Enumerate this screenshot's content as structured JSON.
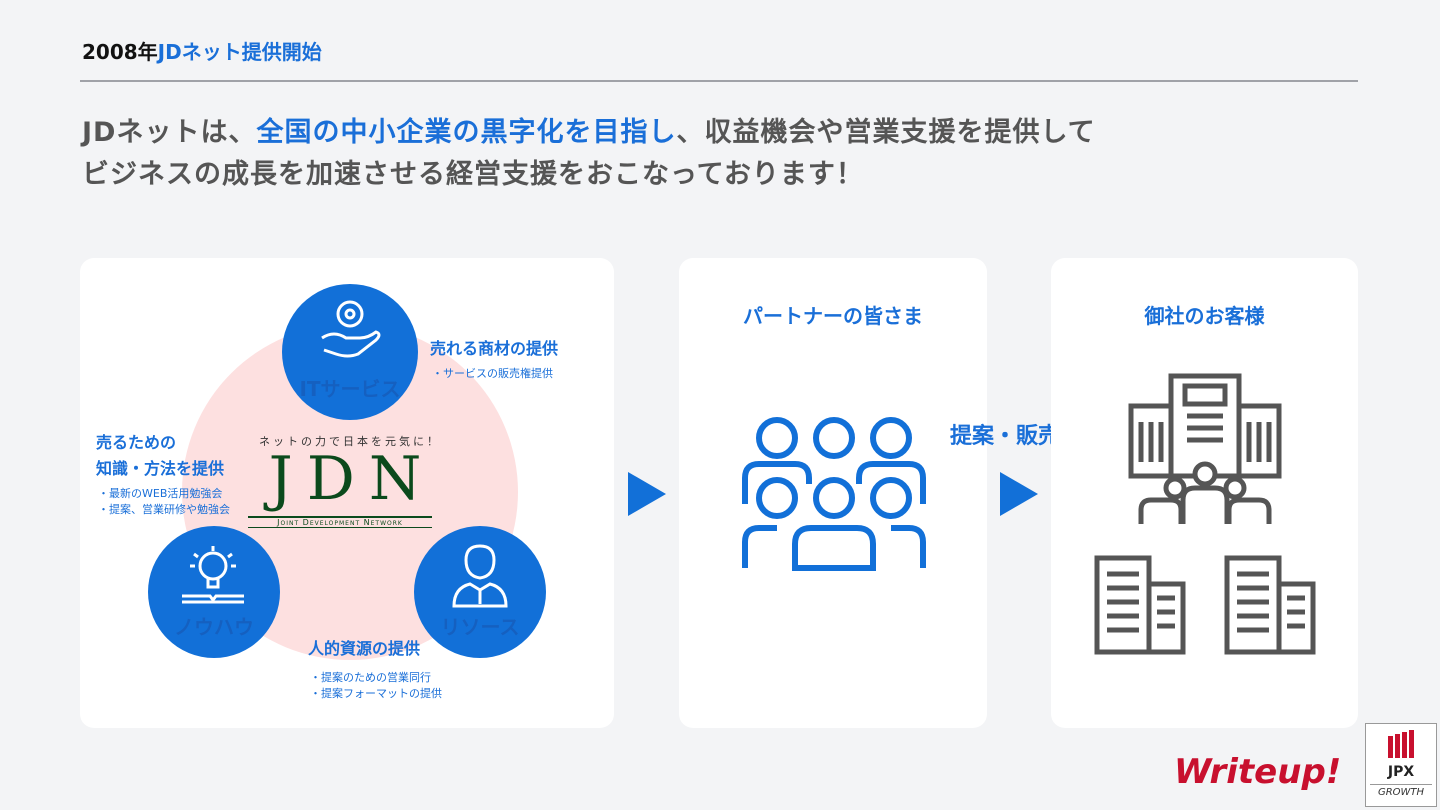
{
  "header": {
    "year": "2008年",
    "title_hl": "JDネット提供開始"
  },
  "headline": {
    "l1_pre": "JDネットは、",
    "l1_hl": "全国の中小企業の黒字化を目指し",
    "l1_post": "、収益機会や営業支援を提供して",
    "l2": "ビジネスの成長を加速させる経営支援をおこなっております！"
  },
  "jdn": {
    "tagline": "ネットの力で日本を元気に！",
    "logo": "JDN",
    "full": "Joint Development Network",
    "it": {
      "label": "ITサービス",
      "heading": "売れる商材の提供",
      "bullets": [
        "・サービスの販売権提供"
      ]
    },
    "knowhow": {
      "label": "ノウハウ",
      "heading1": "売るための",
      "heading2": "知識・方法を提供",
      "bullets": [
        "・最新のWEB活用勉強会",
        "・提案、営業研修や勉強会"
      ]
    },
    "resource": {
      "label": "リソース",
      "heading": "人的資源の提供",
      "bullets": [
        "・提案のための営業同行",
        "・提案フォーマットの提供"
      ]
    }
  },
  "partners": {
    "title": "パートナーの皆さま"
  },
  "flow_label": "提案・販売",
  "customers": {
    "title": "御社のお客様"
  },
  "footer": {
    "brand": "Writeup!",
    "jpx": "JPX",
    "growth": "GROWTH"
  },
  "colors": {
    "accent": "#1270d8",
    "pink": "#fde0e0",
    "logo_green": "#0b4a1c",
    "brand_red": "#c8102e"
  }
}
